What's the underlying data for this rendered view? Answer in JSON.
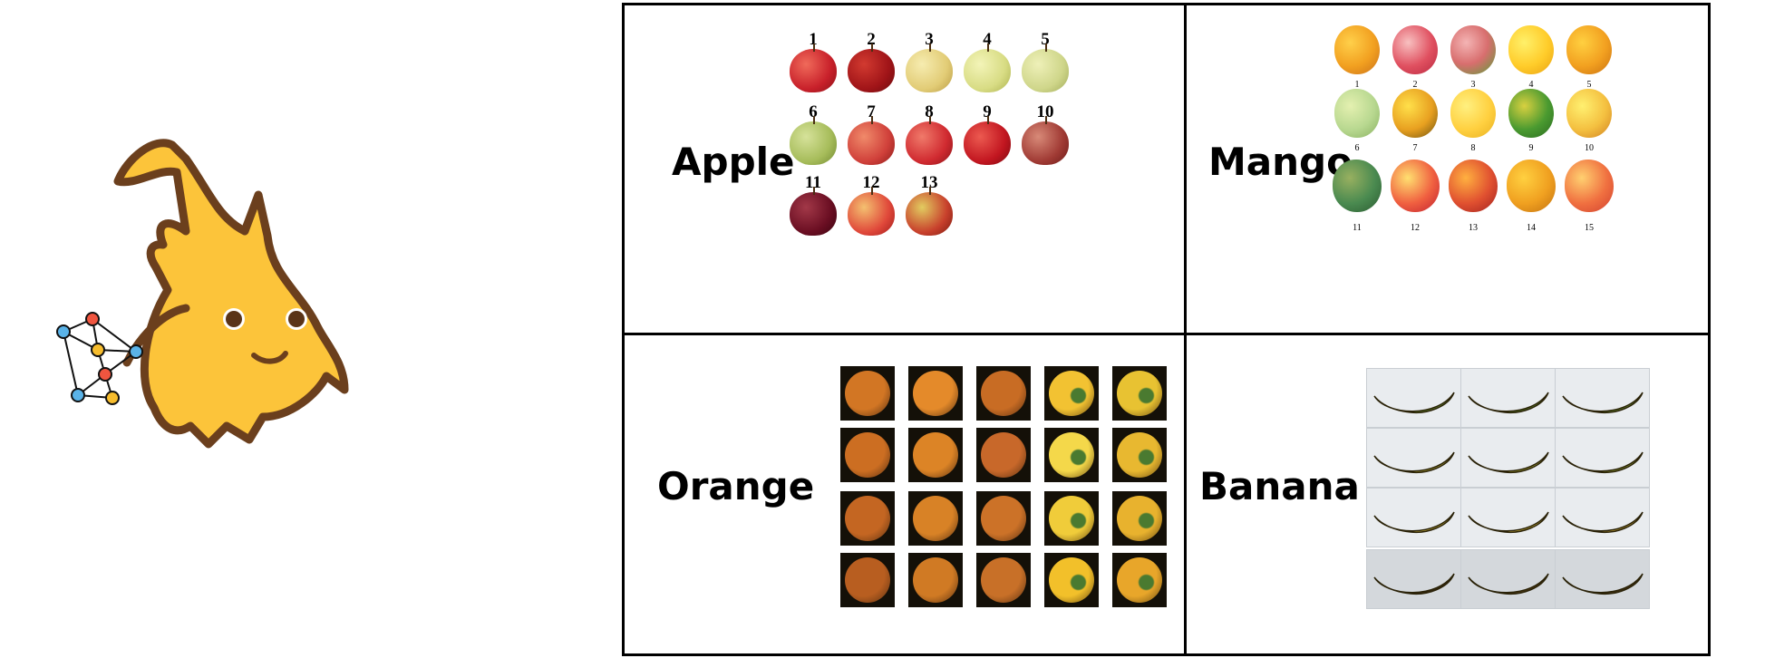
{
  "mascot": {
    "icon": "mascot-creature-holding-network-graph"
  },
  "panels": [
    {
      "label": "Apple",
      "count": 13
    },
    {
      "label": "Mango",
      "count": 15
    },
    {
      "label": "Orange",
      "count": 20
    },
    {
      "label": "Banana",
      "count": 12
    }
  ],
  "apple_numbers": [
    "1",
    "2",
    "3",
    "4",
    "5",
    "6",
    "7",
    "8",
    "9",
    "10",
    "11",
    "12",
    "13"
  ],
  "mango_numbers": [
    "1",
    "2",
    "3",
    "4",
    "5",
    "6",
    "7",
    "8",
    "9",
    "10",
    "11",
    "12",
    "13",
    "14",
    "15"
  ],
  "colors": {
    "mascot_body": "#fcc43a",
    "mascot_outline": "#6b3f1d",
    "node_red": "#f0553f",
    "node_yellow": "#f7bd2e",
    "node_blue": "#5ab3e8",
    "border": "#000000"
  }
}
